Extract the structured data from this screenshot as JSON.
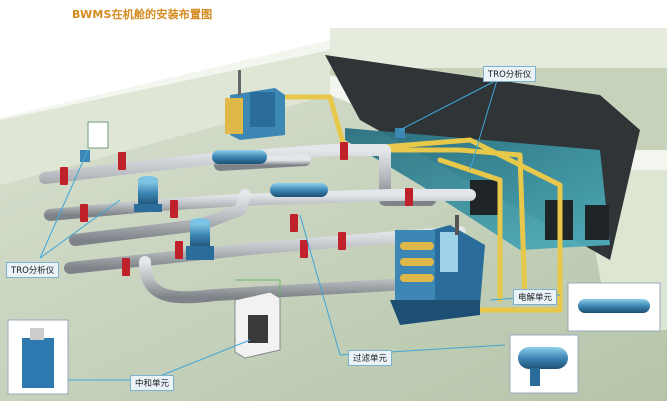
{
  "title": "BWMS在机舱的安装布置图",
  "labels": {
    "tro_analyzer_top": "TRO分析仪",
    "tro_analyzer_left": "TRO分析仪",
    "electrolysis_unit": "电解单元",
    "filter_unit": "过滤单元",
    "neutralization_unit": "中和单元"
  },
  "colors": {
    "title": "#d48a1f",
    "pipe_gray": "#b9bdc1",
    "pipe_yellow": "#e8c84a",
    "valve_red": "#c0222b",
    "equipment_blue": "#3d87b5",
    "ballast_water": "#2f8ea0",
    "hull_green": "#c9d6bf",
    "annotation_line": "#3fa6d8"
  },
  "icons": {
    "valve": "red-valve-icon",
    "pump": "blue-pump-icon",
    "analyzer": "tro-analyzer-icon"
  }
}
